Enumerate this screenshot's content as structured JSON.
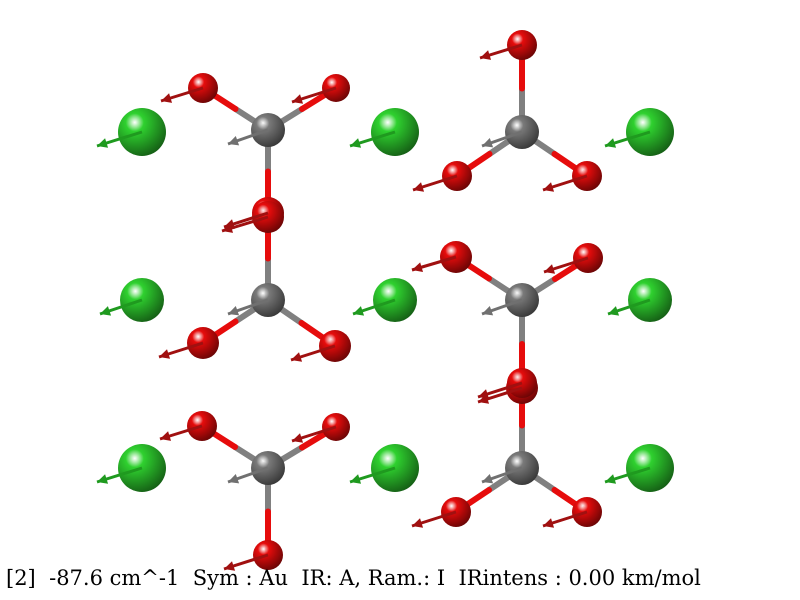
{
  "caption": "[2]  -87.6 cm^-1  Sym : Au  IR: A, Ram.: I  IRintens : 0.00 km/mol",
  "colors": {
    "cl": "#2fd12f",
    "o": "#e60c0c",
    "c": "#7a7a7a",
    "bond_o": "#e60c0c",
    "bond_c": "#808080",
    "arrow_red": "#a01010",
    "arrow_green": "#1f9a1f",
    "arrow_gray": "#707070"
  },
  "atoms": [
    {
      "el": "cl"
    },
    {
      "el": "cl"
    },
    {
      "el": "cl"
    },
    {
      "el": "cl"
    },
    {
      "el": "cl"
    },
    {
      "el": "cl"
    },
    {
      "el": "cl"
    },
    {
      "el": "cl"
    },
    {
      "el": "cl"
    },
    {
      "el": "c"
    },
    {
      "el": "o"
    },
    {
      "el": "o"
    },
    {
      "el": "o"
    },
    {
      "el": "c"
    },
    {
      "el": "o"
    },
    {
      "el": "o"
    },
    {
      "el": "o"
    },
    {
      "el": "c"
    },
    {
      "el": "o"
    },
    {
      "el": "o"
    },
    {
      "el": "o"
    },
    {
      "el": "c"
    },
    {
      "el": "o"
    },
    {
      "el": "o"
    },
    {
      "el": "o"
    },
    {
      "el": "c"
    },
    {
      "el": "o"
    },
    {
      "el": "o"
    },
    {
      "el": "o"
    },
    {
      "el": "c"
    },
    {
      "el": "o"
    },
    {
      "el": "o"
    },
    {
      "el": "o"
    }
  ]
}
